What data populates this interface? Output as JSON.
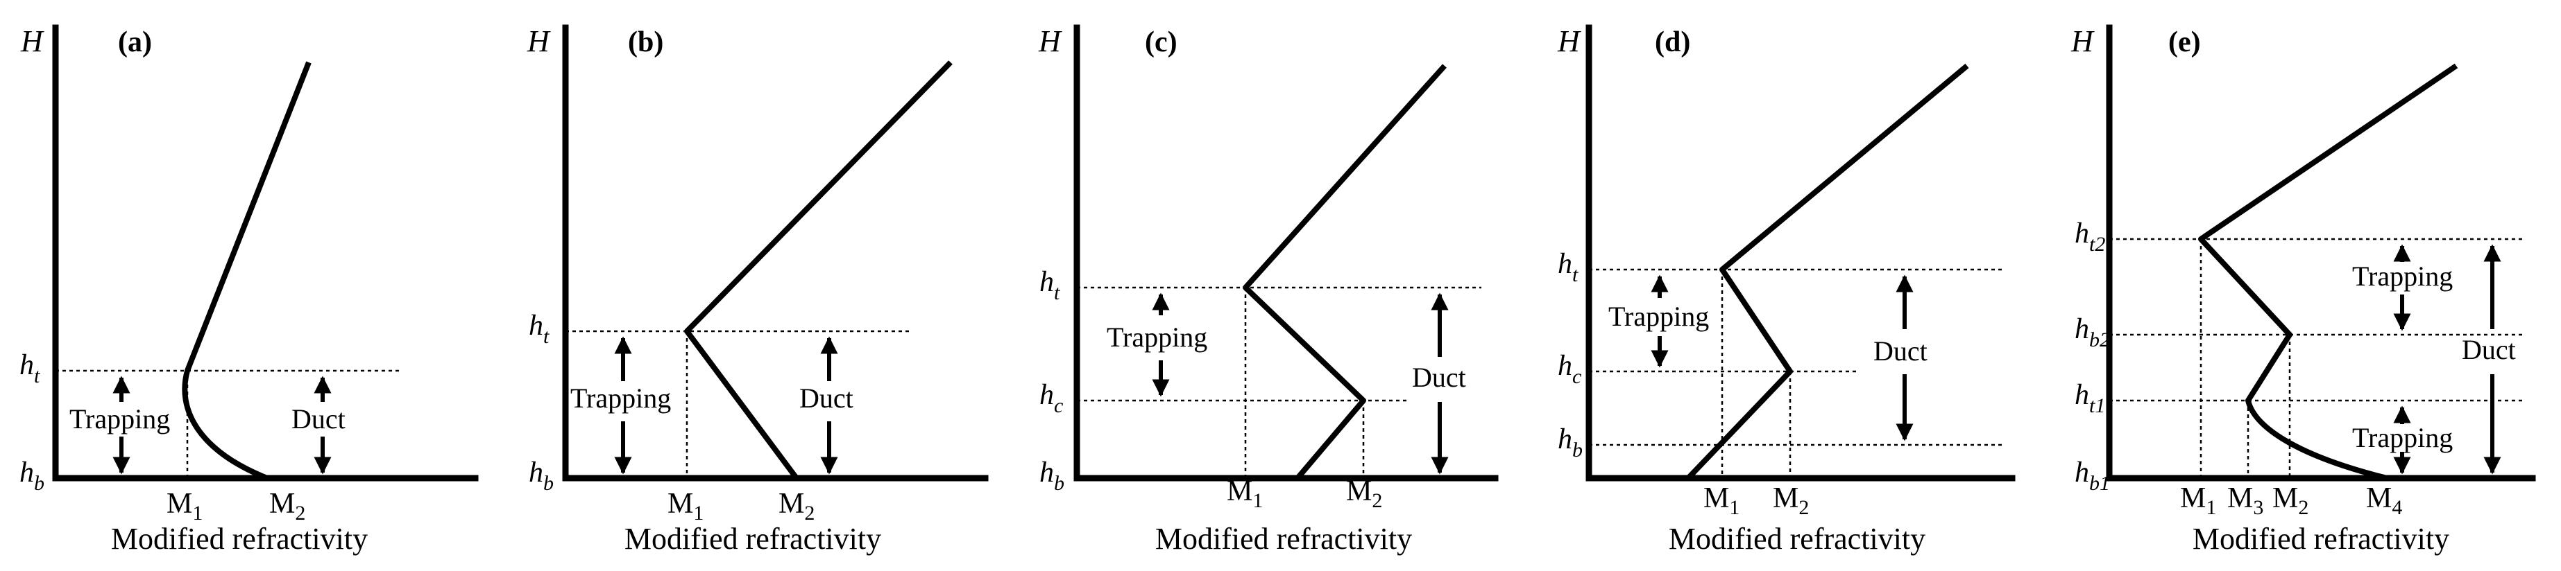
{
  "figure": {
    "y_axis_label": "H",
    "x_axis_label": "Modified refractivity",
    "panels": [
      {
        "id": "a",
        "tag": "(a)",
        "h_ticks": [
          {
            "base": "h",
            "sub": "t"
          },
          {
            "base": "h",
            "sub": "b"
          }
        ],
        "m_ticks": [
          {
            "base": "M",
            "sub": "1"
          },
          {
            "base": "M",
            "sub": "2"
          }
        ],
        "regions": [
          "Trapping",
          "Duct"
        ]
      },
      {
        "id": "b",
        "tag": "(b)",
        "h_ticks": [
          {
            "base": "h",
            "sub": "t"
          },
          {
            "base": "h",
            "sub": "b"
          }
        ],
        "m_ticks": [
          {
            "base": "M",
            "sub": "1"
          },
          {
            "base": "M",
            "sub": "2"
          }
        ],
        "regions": [
          "Trapping",
          "Duct"
        ]
      },
      {
        "id": "c",
        "tag": "(c)",
        "h_ticks": [
          {
            "base": "h",
            "sub": "t"
          },
          {
            "base": "h",
            "sub": "c"
          },
          {
            "base": "h",
            "sub": "b"
          }
        ],
        "m_ticks": [
          {
            "base": "M",
            "sub": "1"
          },
          {
            "base": "M",
            "sub": "2"
          }
        ],
        "regions": [
          "Trapping",
          "Duct"
        ]
      },
      {
        "id": "d",
        "tag": "(d)",
        "h_ticks": [
          {
            "base": "h",
            "sub": "t"
          },
          {
            "base": "h",
            "sub": "c"
          },
          {
            "base": "h",
            "sub": "b"
          }
        ],
        "m_ticks": [
          {
            "base": "M",
            "sub": "1"
          },
          {
            "base": "M",
            "sub": "2"
          }
        ],
        "regions": [
          "Trapping",
          "Duct"
        ]
      },
      {
        "id": "e",
        "tag": "(e)",
        "h_ticks": [
          {
            "base": "h",
            "sub": "t2"
          },
          {
            "base": "h",
            "sub": "b2"
          },
          {
            "base": "h",
            "sub": "t1"
          },
          {
            "base": "h",
            "sub": "b1"
          }
        ],
        "m_ticks": [
          {
            "base": "M",
            "sub": "1"
          },
          {
            "base": "M",
            "sub": "3"
          },
          {
            "base": "M",
            "sub": "2"
          },
          {
            "base": "M",
            "sub": "4"
          }
        ],
        "regions": [
          "Trapping",
          "Trapping",
          "Duct"
        ]
      }
    ]
  }
}
